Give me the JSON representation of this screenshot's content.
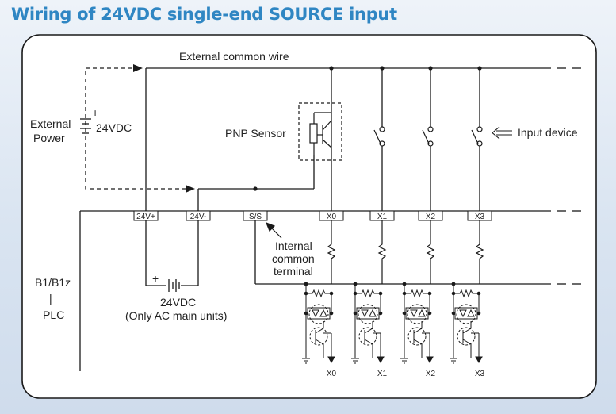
{
  "title": "Wiring of 24VDC single-end SOURCE input",
  "labels": {
    "external_common_wire": "External common wire",
    "external_power_line1": "External",
    "external_power_line2": "Power",
    "battery_voltage": "24VDC",
    "battery_plus": "+",
    "pnp_sensor": "PNP Sensor",
    "input_device": "Input device",
    "internal_common_line1": "Internal",
    "internal_common_line2": "common",
    "internal_common_line3": "terminal",
    "plc_model": "B1/B1z",
    "plc_sep": "|",
    "plc": "PLC",
    "ac_supply_voltage": "24VDC",
    "ac_supply_note": "(Only AC main units)",
    "ac_supply_plus": "+"
  },
  "terminals": [
    "24V+",
    "24V-",
    "S/S",
    "X0",
    "X1",
    "X2",
    "X3"
  ],
  "channels": [
    "X0",
    "X1",
    "X2",
    "X3"
  ],
  "colors": {
    "title": "#2f86c3",
    "line": "#1a1a1a",
    "terminal_fill": "#ffffff"
  }
}
